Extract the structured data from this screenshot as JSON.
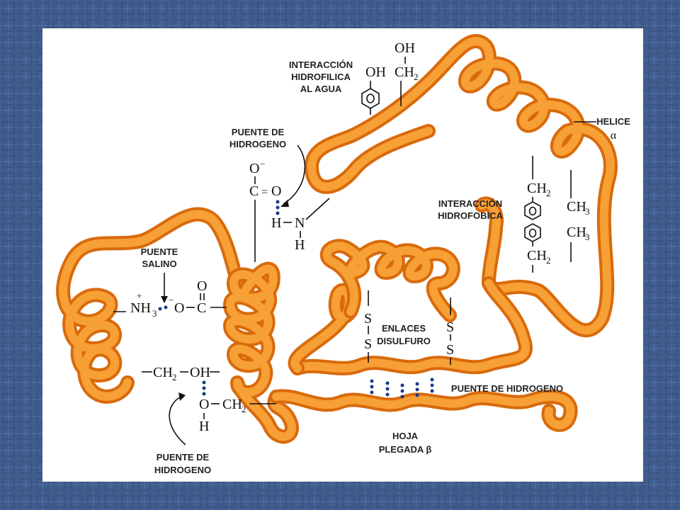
{
  "colors": {
    "background": "#3d5a8a",
    "panel": "#ffffff",
    "chain": "#f08c1e",
    "hbond_dots": "#1a3a8a"
  },
  "labels": {
    "hydrophilic": [
      "INTERACCIÓN",
      "HIDROFILICA",
      "AL AGUA"
    ],
    "hbond_top": [
      "PUENTE DE",
      "HIDROGENO"
    ],
    "helix": [
      "HELICE",
      "α"
    ],
    "hydrophobic": [
      "INTERACCIÓN",
      "HIDROFOBICA"
    ],
    "salt_bridge": [
      "PUENTE",
      "SALINO"
    ],
    "disulfide": [
      "ENLACES",
      "DISULFURO"
    ],
    "hbond_right": "PUENTE DE HIDROGENO",
    "sheet": [
      "HOJA",
      "PLEGADA β"
    ],
    "hbond_bottom": [
      "PUENTE DE",
      "HIDROGENO"
    ]
  },
  "chem": {
    "oh": "OH",
    "ch": "CH",
    "two": "2",
    "three": "3",
    "o": "O",
    "c": "C",
    "n": "N",
    "h": "H",
    "nh": "NH",
    "s": "S",
    "minus": "−",
    "plus": "+",
    "eq": "=",
    "dash": "−"
  }
}
